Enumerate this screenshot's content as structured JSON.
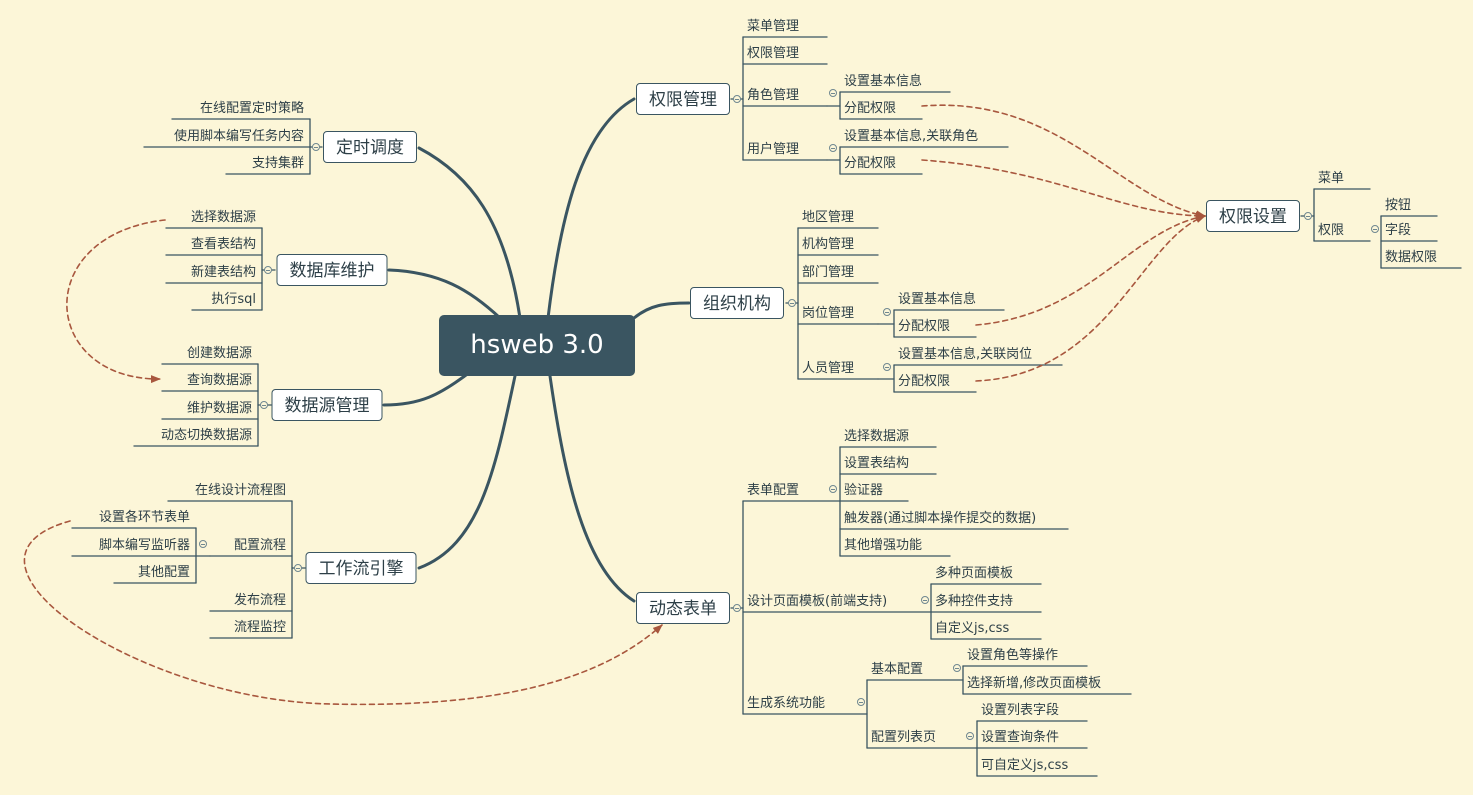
{
  "root": {
    "label": "hsweb 3.0"
  },
  "branches": {
    "auth": {
      "label": "权限管理",
      "items": [
        "菜单管理",
        "权限管理",
        "角色管理",
        "用户管理"
      ],
      "role": [
        "设置基本信息",
        "分配权限"
      ],
      "user": [
        "设置基本信息,关联角色",
        "分配权限"
      ]
    },
    "org": {
      "label": "组织机构",
      "items": [
        "地区管理",
        "机构管理",
        "部门管理",
        "岗位管理",
        "人员管理"
      ],
      "post": [
        "设置基本信息",
        "分配权限"
      ],
      "staff": [
        "设置基本信息,关联岗位",
        "分配权限"
      ]
    },
    "form": {
      "label": "动态表单",
      "items": [
        "表单配置",
        "设计页面模板(前端支持)",
        "生成系统功能"
      ],
      "config": [
        "选择数据源",
        "设置表结构",
        "验证器",
        "触发器(通过脚本操作提交的数据)",
        "其他增强功能"
      ],
      "template": [
        "多种页面模板",
        "多种控件支持",
        "自定义js,css"
      ],
      "gen": [
        "基本配置",
        "配置列表页"
      ],
      "gen_basic": [
        "设置角色等操作",
        "选择新增,修改页面模板"
      ],
      "gen_list": [
        "设置列表字段",
        "设置查询条件",
        "可自定义js,css"
      ]
    },
    "schedule": {
      "label": "定时调度",
      "items": [
        "在线配置定时策略",
        "使用脚本编写任务内容",
        "支持集群"
      ]
    },
    "db": {
      "label": "数据库维护",
      "items": [
        "选择数据源",
        "查看表结构",
        "新建表结构",
        "执行sql"
      ]
    },
    "ds": {
      "label": "数据源管理",
      "items": [
        "创建数据源",
        "查询数据源",
        "维护数据源",
        "动态切换数据源"
      ]
    },
    "wf": {
      "label": "工作流引擎",
      "items": [
        "在线设计流程图",
        "配置流程",
        "发布流程",
        "流程监控"
      ],
      "config": [
        "设置各环节表单",
        "脚本编写监听器",
        "其他配置"
      ]
    }
  },
  "perm": {
    "label": "权限设置",
    "items": [
      "菜单",
      "权限"
    ],
    "sub": [
      "按钮",
      "字段",
      "数据权限"
    ]
  },
  "colors": {
    "background": "#fcf6d8",
    "root": "#3a5561",
    "line": "#3a5561",
    "relation": "#a8573e"
  }
}
